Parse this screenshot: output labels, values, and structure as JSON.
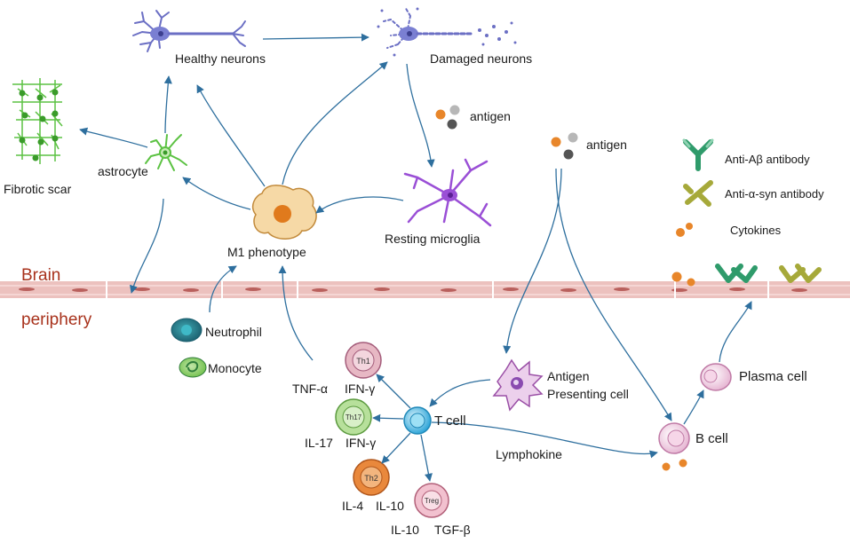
{
  "labels": {
    "healthy_neurons": "Healthy neurons",
    "damaged_neurons": "Damaged neurons",
    "antigen_top": "antigen",
    "antigen_right": "antigen",
    "fibrotic_scar": "Fibrotic scar",
    "astrocyte": "astrocyte",
    "m1_phenotype": "M1 phenotype",
    "resting_microglia": "Resting microglia",
    "brain": "Brain",
    "periphery": "periphery",
    "neutrophil": "Neutrophil",
    "monocyte": "Monocyte",
    "tnf_alpha": "TNF-α",
    "ifn_gamma_1": "IFN-γ",
    "il17": "IL-17",
    "ifn_gamma_2": "IFN-γ",
    "il4": "IL-4",
    "il10_1": "IL-10",
    "il10_2": "IL-10",
    "tgf_beta": "TGF-β",
    "t_cell": "T cell",
    "apc_line1": "Antigen",
    "apc_line2": "Presenting cell",
    "lymphokine": "Lymphokine",
    "b_cell": "B cell",
    "plasma_cell": "Plasma cell"
  },
  "cell_tags": {
    "th1": "Th1",
    "th17": "Th17",
    "th2": "Th2",
    "treg": "Treg"
  },
  "legend": {
    "anti_abeta": "Anti-Aβ antibody",
    "anti_asyn": "Anti-α-syn antibody",
    "cytokines": "Cytokines"
  },
  "colors": {
    "arrow": "#2e6f9e",
    "barrier": "#e9b3b0",
    "brain_text": "#a8321c",
    "neuron": "#6b6fc4",
    "astrocyte": "#5cc243",
    "microglia": "#9a4fd6",
    "m1_body": "#f6d9a6",
    "m1_nucleus": "#e07a1c",
    "antibody_green": "#2f9b6b",
    "antibody_olive": "#a6a93a",
    "cytokine": "#e8862a"
  }
}
